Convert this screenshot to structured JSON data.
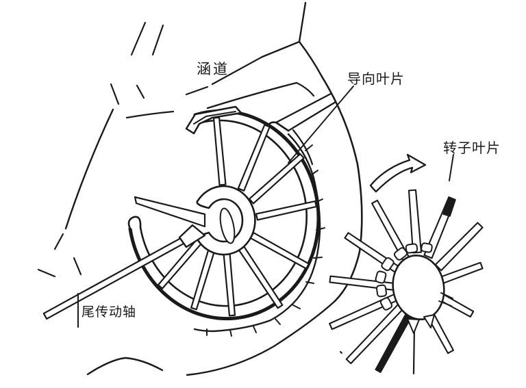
{
  "colors": {
    "ink": "#1a1a1a",
    "background": "#ffffff"
  },
  "labels": {
    "duct": "涵道",
    "guide_vanes": "导向叶片",
    "rotor_blades": "转子叶片",
    "tail_drive_shaft": "尾传动轴"
  }
}
